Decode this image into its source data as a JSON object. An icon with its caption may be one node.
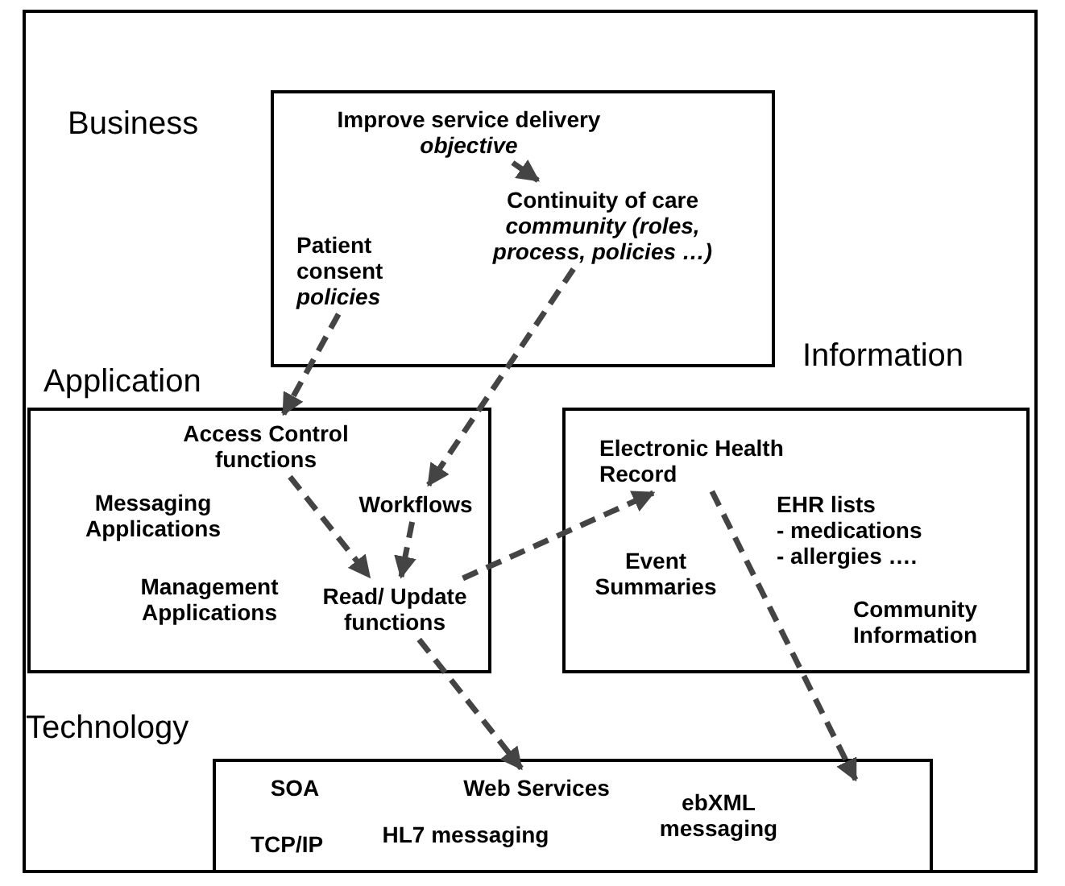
{
  "diagram": {
    "nodes": [
      {
        "text": [
          "Business"
        ]
      },
      {
        "text": [
          "Improve service delivery",
          "objective"
        ],
        "in": 0
      },
      {
        "text": [
          "Continuity of care",
          "community (roles, process, policies …)"
        ],
        "in": 0
      },
      {
        "text": [
          "Patient consent",
          "policies"
        ],
        "in": 0
      },
      {
        "text": [
          "Application"
        ]
      },
      {
        "text": [
          "Access Control functions"
        ],
        "in": 4
      },
      {
        "text": [
          "Messaging Applications"
        ],
        "in": 4
      },
      {
        "text": [
          "Workflows"
        ],
        "in": 4
      },
      {
        "text": [
          "Management Applications"
        ],
        "in": 4
      },
      {
        "text": [
          "Read/ Update functions"
        ],
        "in": 4
      },
      {
        "text": [
          "Information"
        ]
      },
      {
        "text": [
          "Electronic Health Record"
        ],
        "in": 10
      },
      {
        "text": [
          "EHR lists",
          "- medications",
          "- allergies …."
        ],
        "in": 10
      },
      {
        "text": [
          "Event Summaries"
        ],
        "in": 10
      },
      {
        "text": [
          "Community Information"
        ],
        "in": 10
      },
      {
        "text": [
          "Technology"
        ]
      },
      {
        "text": [
          "SOA"
        ],
        "in": 15
      },
      {
        "text": [
          "Web Services"
        ],
        "in": 15
      },
      {
        "text": [
          "ebXML messaging"
        ],
        "in": 15
      },
      {
        "text": [
          "TCP/IP"
        ],
        "in": 15
      },
      {
        "text": [
          "HL7 messaging"
        ],
        "in": 15
      }
    ],
    "edges": [
      {
        "from": 1,
        "to": 2,
        "arrow": "to"
      },
      {
        "from": 3,
        "to": 5,
        "arrow": "to"
      },
      {
        "from": 2,
        "to": 7,
        "arrow": "to"
      },
      {
        "from": 5,
        "to": 9,
        "arrow": "to"
      },
      {
        "from": 7,
        "to": 9,
        "arrow": "to"
      },
      {
        "from": 9,
        "to": 11,
        "arrow": "to"
      },
      {
        "from": 9,
        "to": 17,
        "arrow": "to"
      },
      {
        "from": 11,
        "to": 15,
        "arrow": "to"
      }
    ]
  }
}
